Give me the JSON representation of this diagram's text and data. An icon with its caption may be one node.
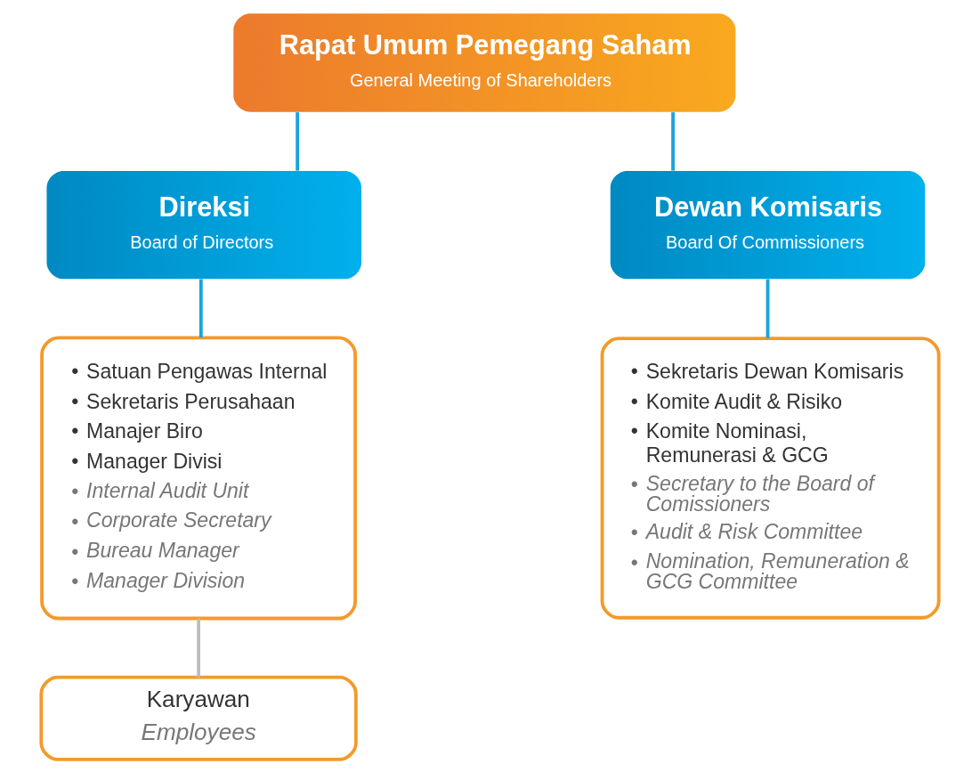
{
  "diagram": {
    "nodes": [
      {
        "text": [
          "Rapat Umum Pemegang Saham",
          "General Meeting of Shareholders"
        ]
      },
      {
        "text": [
          "Direksi",
          "Board of Directors"
        ]
      },
      {
        "text": [
          "Dewan Komisaris",
          "Board Of Commissioners"
        ]
      },
      {
        "text": [
          "• Satuan Pengawas Internal",
          "• Sekretaris Perusahaan",
          "• Manajer Biro",
          "• Manager Divisi",
          "• Internal Audit Unit",
          "• Corporate Secretary",
          "• Bureau Manager",
          "• Manager Division"
        ]
      },
      {
        "text": [
          "• Sekretaris Dewan Komisaris",
          "• Komite Audit & Risiko",
          "• Komite Nominasi, Remunerasi & GCG",
          "• Secretary to the Board of Comissioners",
          "• Audit & Risk Committee",
          "• Nomination, Remuneration & GCG Committee"
        ]
      },
      {
        "text": [
          "Karyawan",
          "Employees"
        ]
      }
    ],
    "edges": [
      {
        "from": 0,
        "to": 1,
        "arrow": "none"
      },
      {
        "from": 0,
        "to": 2,
        "arrow": "none"
      },
      {
        "from": 1,
        "to": 3,
        "arrow": "none"
      },
      {
        "from": 2,
        "to": 4,
        "arrow": "none"
      },
      {
        "from": 3,
        "to": 5,
        "arrow": "none",
        "color": "#bdbdbd"
      }
    ]
  }
}
